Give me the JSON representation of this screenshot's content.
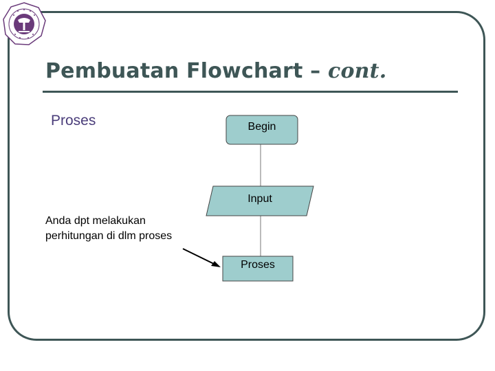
{
  "slide": {
    "title_main": "Pembuatan Flowchart –",
    "title_italic": "cont.",
    "section_label": "Proses",
    "note_line1": "Anda dpt melakukan",
    "note_line2": "perhitungan di dlm proses"
  },
  "flowchart": {
    "begin": "Begin",
    "input": "Input",
    "process": "Proses"
  },
  "colors": {
    "frame": "#3e5656",
    "node_fill": "#9ecdcd",
    "label": "#4a3d7a",
    "logo": "#6a3a7a"
  }
}
